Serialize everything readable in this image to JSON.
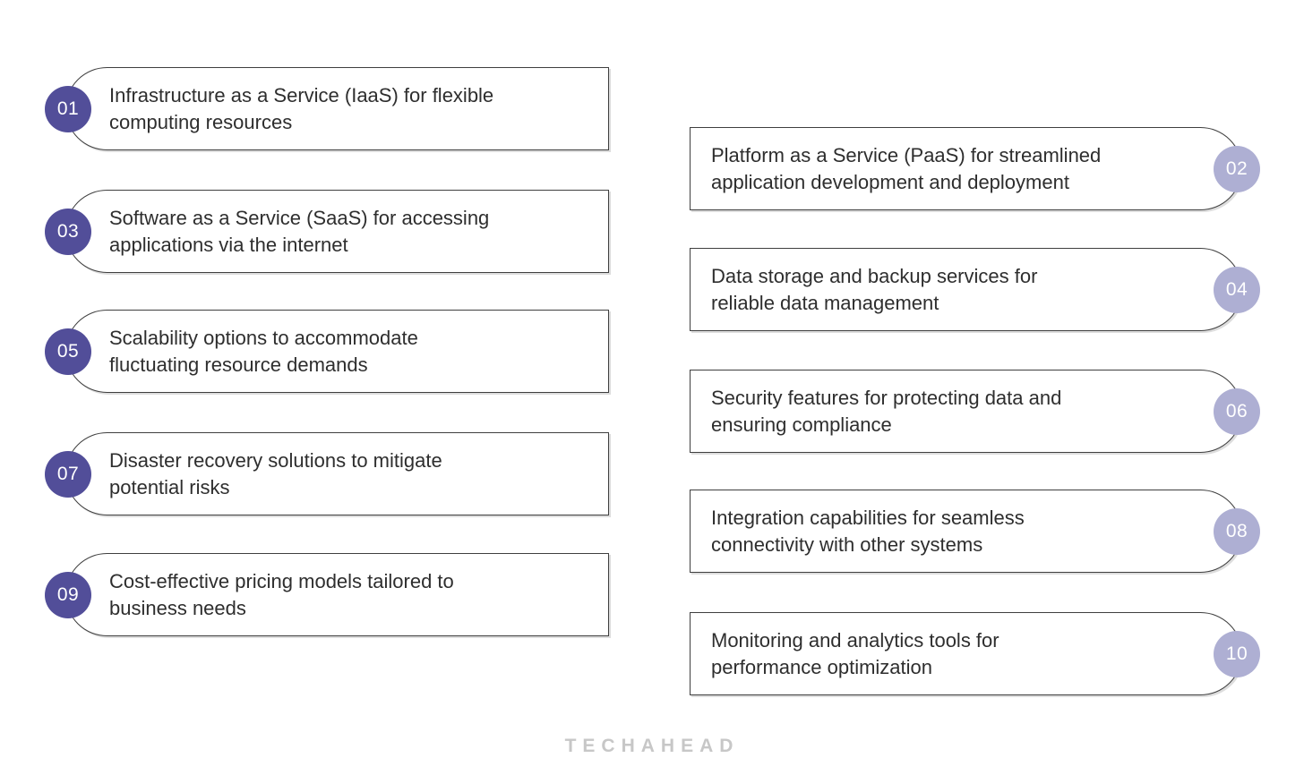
{
  "colors": {
    "odd_badge": "#524e99",
    "even_badge": "#aeafd3",
    "card_border": "#3f3f3f",
    "text": "#2e2e2e",
    "brand_gray": "#c7c7c7"
  },
  "items": [
    {
      "number": "01",
      "side": "left",
      "text": "Infrastructure as a Service (IaaS) for flexible\ncomputing resources"
    },
    {
      "number": "02",
      "side": "right",
      "text": "Platform as a Service (PaaS) for streamlined\napplication development and deployment"
    },
    {
      "number": "03",
      "side": "left",
      "text": "Software as a Service (SaaS) for accessing\napplications via the internet"
    },
    {
      "number": "04",
      "side": "right",
      "text": "Data storage and backup services for\nreliable data management"
    },
    {
      "number": "05",
      "side": "left",
      "text": "Scalability options to accommodate\nfluctuating resource demands"
    },
    {
      "number": "06",
      "side": "right",
      "text": "Security features for protecting data and\nensuring compliance"
    },
    {
      "number": "07",
      "side": "left",
      "text": "Disaster recovery solutions to mitigate\npotential risks"
    },
    {
      "number": "08",
      "side": "right",
      "text": "Integration capabilities for seamless\nconnectivity with other systems"
    },
    {
      "number": "09",
      "side": "left",
      "text": "Cost-effective pricing models tailored to\nbusiness needs"
    },
    {
      "number": "10",
      "side": "right",
      "text": "Monitoring and analytics tools for\nperformance optimization"
    }
  ],
  "footer": {
    "brand": "TECHAHEAD"
  }
}
